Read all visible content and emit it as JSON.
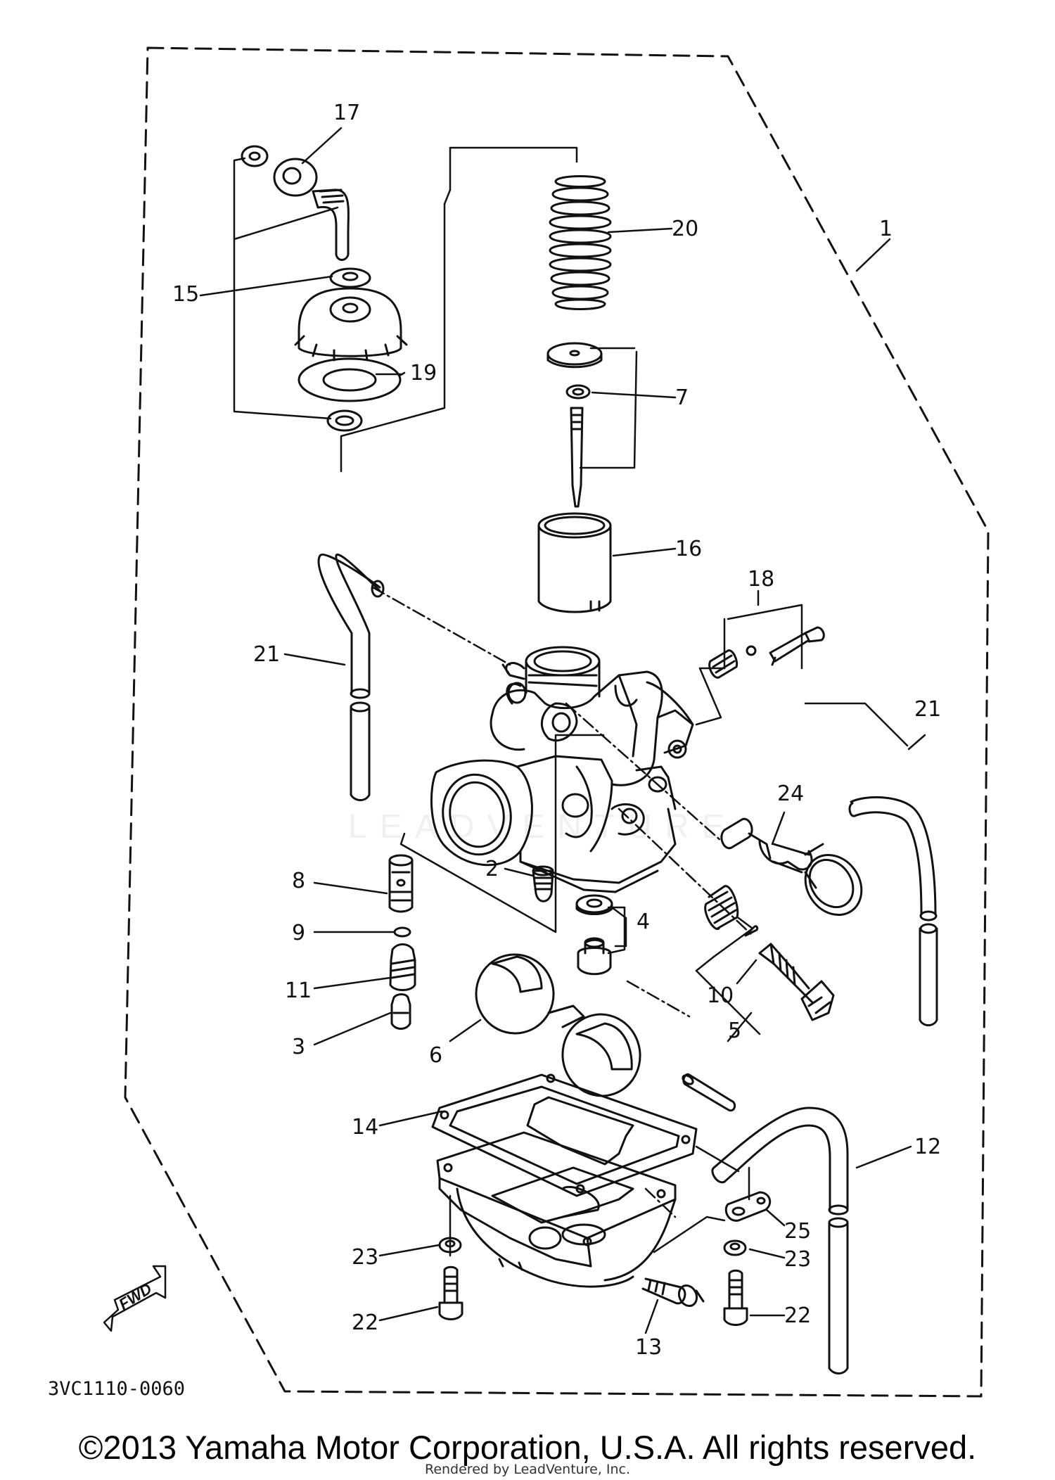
{
  "diagram": {
    "code": "3VC1110-0060",
    "fwd_label": "FWD",
    "part_labels": {
      "p1": "1",
      "p2": "2",
      "p3": "3",
      "p4": "4",
      "p5": "5",
      "p6": "6",
      "p7": "7",
      "p8": "8",
      "p9": "9",
      "p10": "10",
      "p11": "11",
      "p12": "12",
      "p13": "13",
      "p14": "14",
      "p15": "15",
      "p16": "16",
      "p17": "17",
      "p18": "18",
      "p19": "19",
      "p20": "20",
      "p21": "21",
      "p22": "22",
      "p23": "23",
      "p24": "24",
      "p25": "25"
    },
    "watermark": "LEADVENTURE"
  },
  "footer": {
    "copyright": "©2013 Yamaha Motor Corporation, U.S.A. All rights reserved.",
    "rendered_by": "Rendered by LeadVenture, Inc."
  }
}
